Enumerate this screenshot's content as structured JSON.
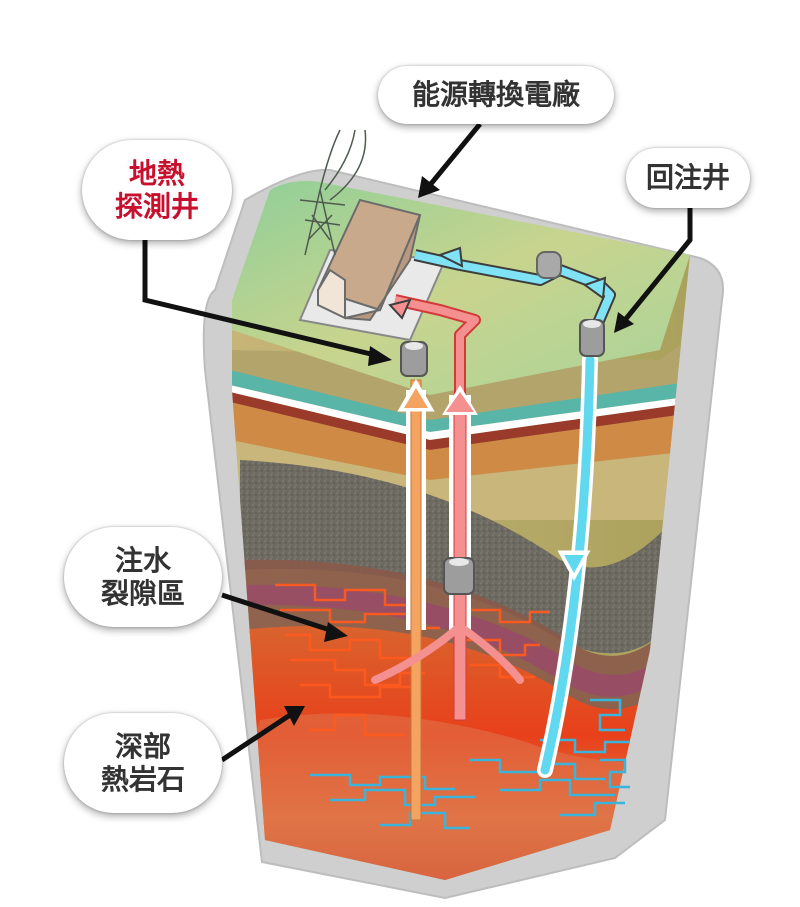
{
  "diagram": {
    "subject": "Enhanced geothermal system cross-section",
    "labels": {
      "power_plant": "能源轉換電廠",
      "exploration_well": [
        "地熱",
        "探測井"
      ],
      "injection_well": "回注井",
      "injection_fracture_zone": [
        "注水",
        "裂隙區"
      ],
      "deep_hot_rock": [
        "深部",
        "熱岩石"
      ]
    },
    "colors": {
      "label_text": "#333333",
      "highlight_text": "#c8102e",
      "hot_pipe": "#f08080",
      "warm_pipe": "#f4a460",
      "cold_pipe": "#5fd8f0",
      "surface": "#a8cf8e",
      "frame": "#c9c9c9",
      "hot_fractures": "#ff5a1f",
      "cold_fractures": "#3bb4dc"
    },
    "flows": [
      {
        "from": "deep_hot_rock",
        "to": "power_plant",
        "medium": "hot water",
        "direction": "up"
      },
      {
        "from": "power_plant",
        "to": "injection_well",
        "medium": "cooled water",
        "direction": "out"
      },
      {
        "from": "injection_well",
        "to": "deep_hot_rock",
        "medium": "cold water",
        "direction": "down"
      }
    ]
  }
}
